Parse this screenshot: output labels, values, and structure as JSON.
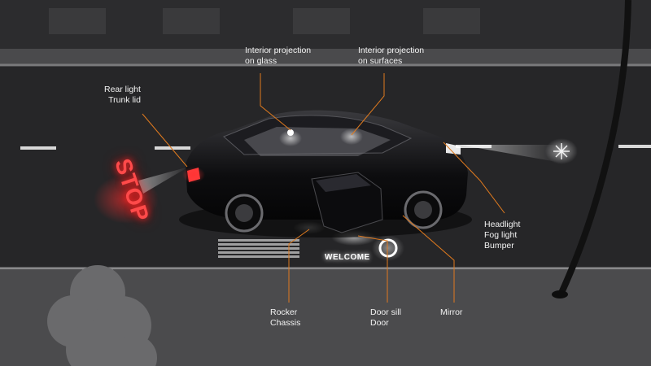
{
  "colors": {
    "accent_line": "#e07a1e",
    "road": "#2a2a2c",
    "stop_projection": "#ff4a4a",
    "projection_light": "#ffffff"
  },
  "projections": {
    "stop_text": "STOP",
    "welcome_text": "WELCOME"
  },
  "callouts": [
    {
      "id": "rear",
      "lines": [
        "Rear light",
        "Trunk lid"
      ]
    },
    {
      "id": "glass",
      "lines": [
        "Interior projection",
        "on glass"
      ]
    },
    {
      "id": "surfaces",
      "lines": [
        "Interior projection",
        "on surfaces"
      ]
    },
    {
      "id": "headlight",
      "lines": [
        "Headlight",
        "Fog light",
        "Bumper"
      ]
    },
    {
      "id": "rocker",
      "lines": [
        "Rocker",
        "Chassis"
      ]
    },
    {
      "id": "doorsill",
      "lines": [
        "Door sill",
        "Door"
      ]
    },
    {
      "id": "mirror",
      "lines": [
        "Mirror"
      ]
    }
  ]
}
